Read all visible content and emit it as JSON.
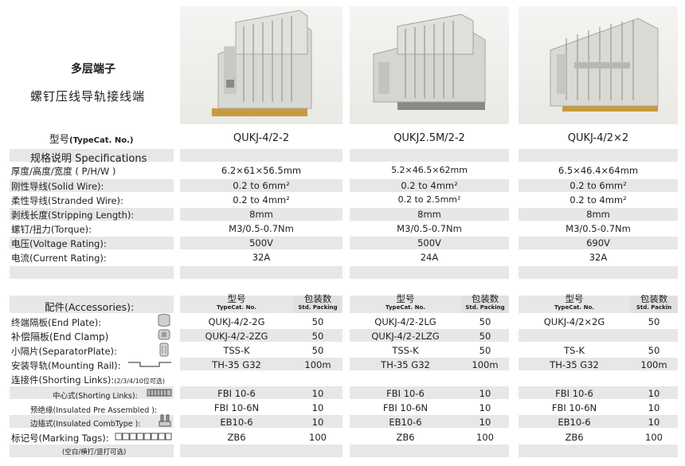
{
  "title": {
    "line1": "多层端子",
    "line2": "螺钉压线导轨接线端"
  },
  "models": {
    "label_cn": "型号",
    "label_en": "(TypeCat. No.)",
    "values": [
      "QUKJ-4/2-2",
      "QUKJ2.5M/2-2",
      "QUKJ-4/2×2"
    ]
  },
  "spec_header": "规格说明  Specifications",
  "specs": [
    {
      "label": "厚度/高度/宽度 ( P/H/W )",
      "values": [
        "6.2×61×56.5mm",
        "5.2×46.5×62mm",
        "6.5×46.4×64mm"
      ]
    },
    {
      "label": "刚性导线(Solid Wire):",
      "values": [
        "0.2 to 6mm²",
        "0.2 to 4mm²",
        "0.2 to 6mm²"
      ]
    },
    {
      "label": "柔性导线(Stranded Wire):",
      "values": [
        "0.2 to 4mm²",
        "0.2 to 2.5mm²",
        "0.2 to 4mm²"
      ]
    },
    {
      "label": "剥线长度(Stripping Length):",
      "values": [
        "8mm",
        "8mm",
        "8mm"
      ]
    },
    {
      "label": "螺钉/扭力(Torque):",
      "values": [
        "M3/0.5-0.7Nm",
        "M3/0.5-0.7Nm",
        "M3/0.5-0.7Nm"
      ]
    },
    {
      "label": "电压(Voltage Rating):",
      "values": [
        "500V",
        "500V",
        "690V"
      ]
    },
    {
      "label": "电流(Current Rating):",
      "values": [
        "32A",
        "24A",
        "32A"
      ]
    }
  ],
  "accessories": {
    "header": "配件(Accessories):",
    "col_type_cn": "型号",
    "col_type_en": "TypeCat. No.",
    "col_pack_cn": "包装数",
    "col_pack_en": "Std. Packing",
    "col_pack_en_cut": "Std. Packin",
    "rows": [
      {
        "label": "终端隔板(End Plate):",
        "icon": "end-plate-icon",
        "cells": [
          [
            "QUKJ-4/2-2G",
            "50"
          ],
          [
            "QUKJ-4/2-2LG",
            "50"
          ],
          [
            "QUKJ-4/2×2G",
            "50"
          ]
        ]
      },
      {
        "label": "补偿隔板(End Clamp)",
        "icon": "end-clamp-icon",
        "cells": [
          [
            "QUKJ-4/2-2ZG",
            "50"
          ],
          [
            "QUKJ-4/2-2LZG",
            "50"
          ],
          [
            "",
            ""
          ]
        ]
      },
      {
        "label": "小隔片(SeparatorPlate):",
        "icon": "separator-icon",
        "cells": [
          [
            "TSS-K",
            "50"
          ],
          [
            "TSS-K",
            "50"
          ],
          [
            "TS-K",
            "50"
          ]
        ]
      },
      {
        "label": "安装导轨(Mounting Rail):",
        "icon": "rail-icon",
        "cells": [
          [
            "TH-35  G32",
            "100m"
          ],
          [
            "TH-35  G32",
            "100m"
          ],
          [
            "TH-35  G32",
            "100m"
          ]
        ]
      }
    ],
    "shorting_label": "连接件(Shorting Links):",
    "shorting_note": "(2/3/4/10位可选)",
    "shorting_rows": [
      {
        "label": "中心式(Shorting Links):",
        "icon": "shorting-link-icon",
        "cells": [
          [
            "FBI 10-6",
            "10"
          ],
          [
            "FBI 10-6",
            "10"
          ],
          [
            "FBI 10-6",
            "10"
          ]
        ]
      },
      {
        "label": "预绝缘(Insulated Pre Assembled ):",
        "icon": "",
        "cells": [
          [
            "FBI 10-6N",
            "10"
          ],
          [
            "FBI 10-6N",
            "10"
          ],
          [
            "FBI 10-6N",
            "10"
          ]
        ]
      },
      {
        "label": "边插式(Insulated CombType ):",
        "icon": "comb-icon",
        "cells": [
          [
            "EB10-6",
            "10"
          ],
          [
            "EB10-6",
            "10"
          ],
          [
            "EB10-6",
            "10"
          ]
        ]
      }
    ],
    "marking": {
      "label": "标记号(Marking Tags):",
      "icon": "marking-tag-icon",
      "cells": [
        [
          "ZB6",
          "100"
        ],
        [
          "ZB6",
          "100"
        ],
        [
          "ZB6",
          "100"
        ]
      ]
    },
    "marking_note": "(空白/横打/竖打可选)"
  }
}
